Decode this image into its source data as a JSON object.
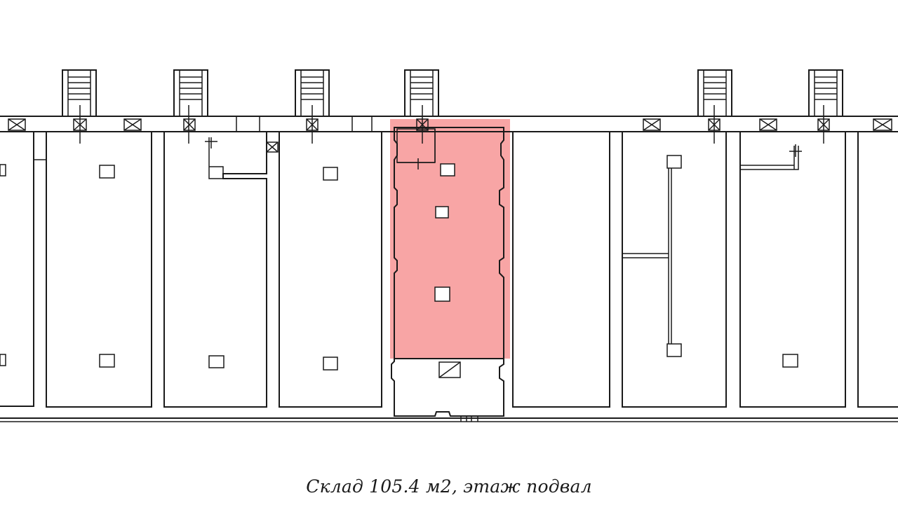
{
  "caption": "Склад 105.4 м2, этаж подвал",
  "highlight": {
    "color": "#f8a5a5",
    "label": "selected-unit"
  },
  "stair_count": 6,
  "room_count": 8
}
